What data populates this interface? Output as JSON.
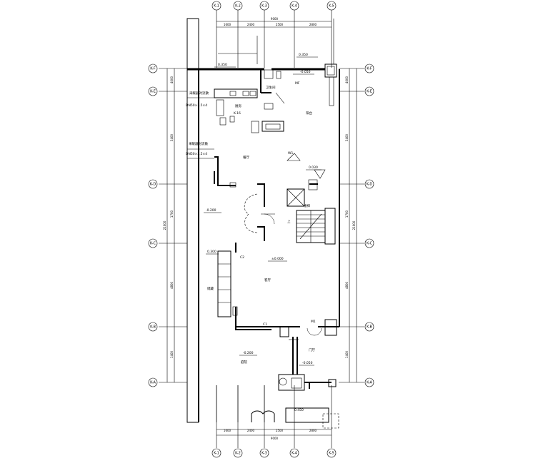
{
  "axes": {
    "top": [
      "K-1",
      "K-2",
      "K-3",
      "K-4",
      "K-5"
    ],
    "bottom": [
      "K-1",
      "K-2",
      "K-3",
      "K-4",
      "K-5"
    ],
    "left": [
      "K-F",
      "K-E",
      "K-D",
      "K-C",
      "K-B",
      "K-A"
    ],
    "right": [
      "K-F",
      "K-E",
      "K-D",
      "K-C",
      "K-B",
      "K-A"
    ]
  },
  "dimensions": {
    "top_segments": [
      "1600",
      "2400",
      "2500",
      "2800"
    ],
    "top_total": "9000",
    "bottom_segments": [
      "1600",
      "2400",
      "2500",
      "2800"
    ],
    "bottom_total": "9000",
    "left_segments": [
      "4000",
      "3400",
      "1700",
      "4800",
      "1400"
    ],
    "left_total": "21000",
    "right_segments": [
      "4000",
      "3400",
      "1700",
      "4800",
      "1400"
    ],
    "right_total": "21000"
  },
  "levels": {
    "top_left": "0.350",
    "top_right": "-0.050",
    "top_right_2": "0.350",
    "left_mid": "-0.200",
    "left_lower": "0.300",
    "center": "±0.000",
    "center_right": "0.030",
    "bottom_center": "-0.200",
    "bottom_right": "-0.050",
    "bottom_right_2": "0.450"
  },
  "notes": {
    "note_1": "采暖器对流散",
    "note_2": "采暖器对流散",
    "pipe_1": "DN50×2.5×4",
    "pipe_2": "DN50×2.5×4",
    "kitchen_code": "K-16",
    "room_1": "厨房",
    "room_2": "餐厅",
    "room_3": "客厅",
    "room_4": "卫生间",
    "room_5": "门厅",
    "room_6": "庭院",
    "room_7": "阳台",
    "room_8": "楼梯",
    "room_9": "储藏",
    "door_w1": "W1",
    "door_m1": "M1",
    "door_c1": "C1",
    "door_c2": "C2",
    "door_mf": "MF",
    "upstair": "上"
  }
}
